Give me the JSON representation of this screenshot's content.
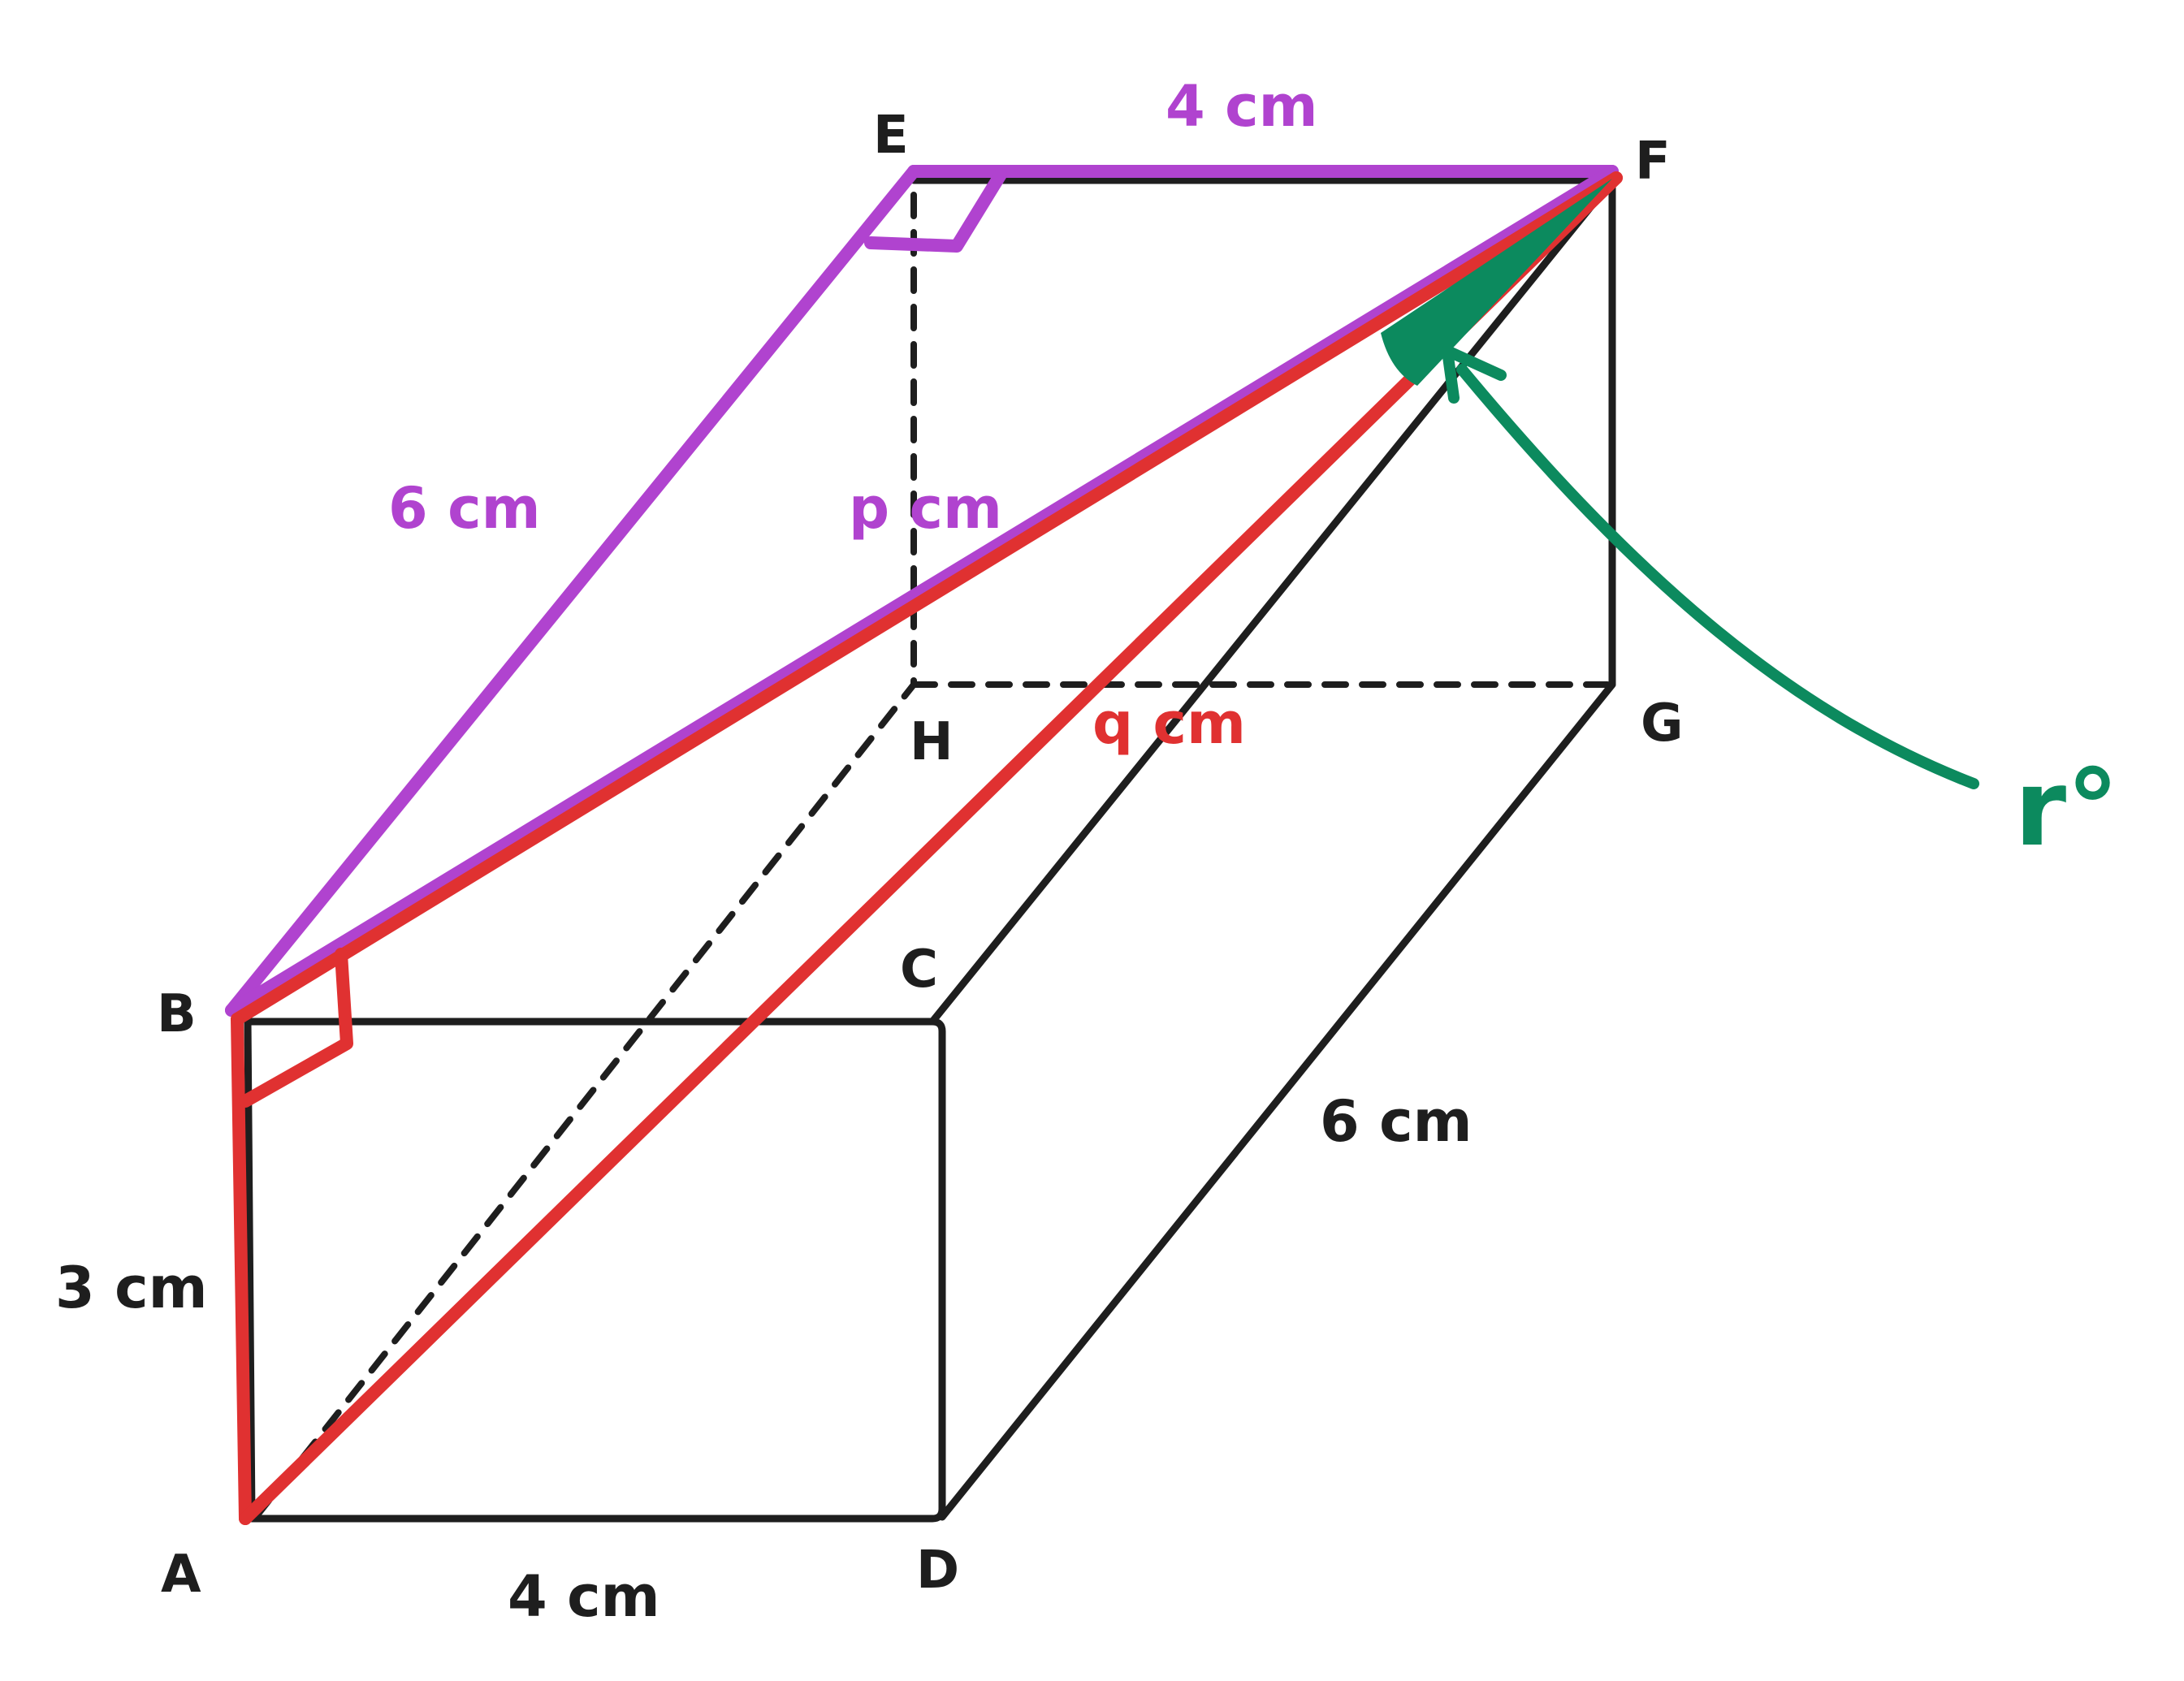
{
  "colors": {
    "edge": "#1e1e1e",
    "purple": "#b043cf",
    "red": "#e03131",
    "green": "#0c8a5e"
  },
  "vertices": {
    "A": "A",
    "B": "B",
    "C": "C",
    "D": "D",
    "E": "E",
    "F": "F",
    "G": "G",
    "H": "H"
  },
  "dimensions": {
    "ef": "4 cm",
    "be": "6 cm",
    "eh": "p cm",
    "af": "q cm",
    "ab": "3 cm",
    "ad": "4 cm",
    "dg": "6 cm"
  },
  "angle": {
    "label": "r°"
  }
}
